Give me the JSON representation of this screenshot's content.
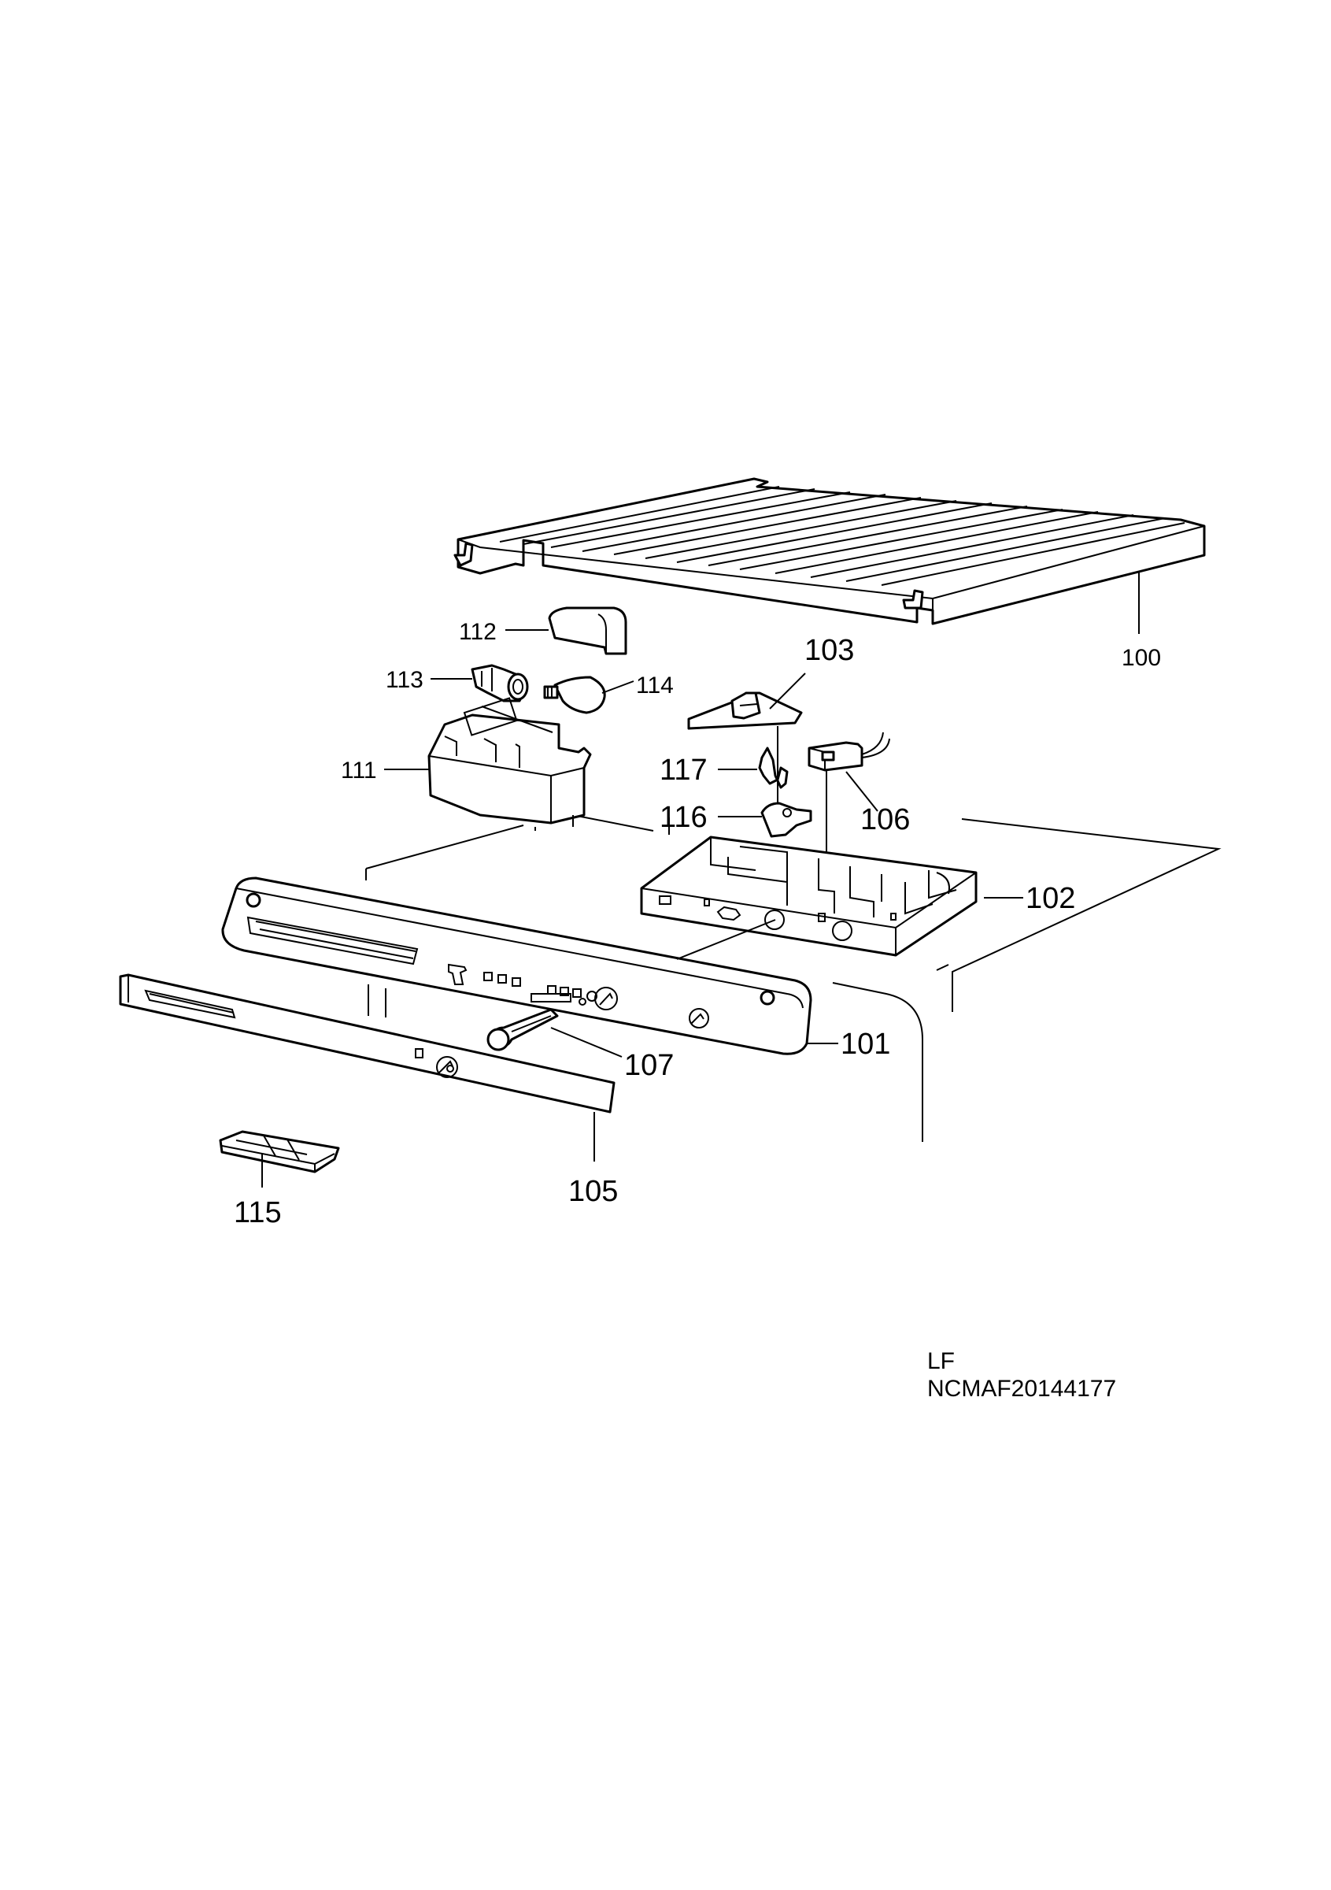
{
  "labels": {
    "p100": "100",
    "p101": "101",
    "p102": "102",
    "p103": "103",
    "p105": "105",
    "p106": "106",
    "p107": "107",
    "p111": "111",
    "p112": "112",
    "p113": "113",
    "p114": "114",
    "p115": "115",
    "p116": "116",
    "p117": "117"
  },
  "footer": {
    "line1": "LF",
    "line2": "NCMAF20144177"
  }
}
